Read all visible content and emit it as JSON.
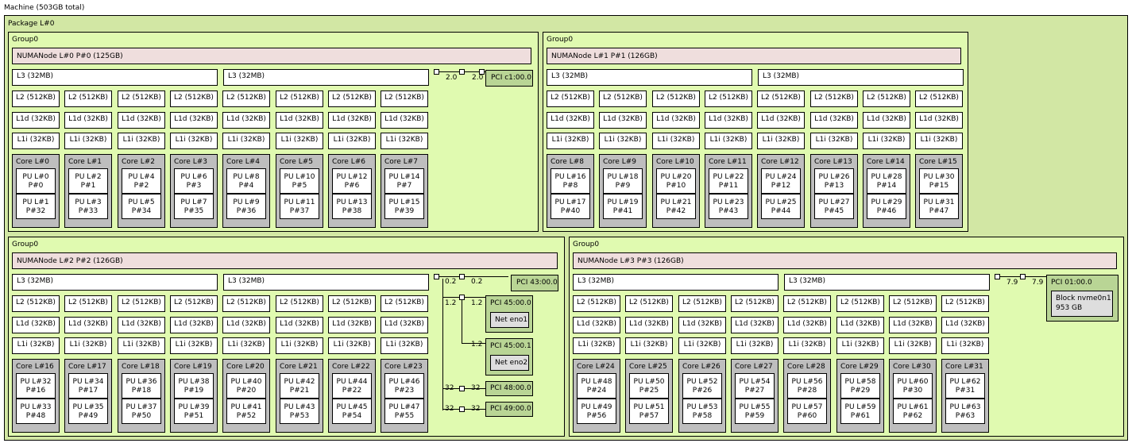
{
  "machine": {
    "label": "Machine (503GB total)"
  },
  "package": {
    "label": "Package L#0"
  },
  "groups": [
    {
      "label": "Group0",
      "numa": "NUMANode L#0 P#0 (125GB)",
      "l3": [
        "L3 (32MB)",
        "L3 (32MB)"
      ],
      "cores": [
        {
          "name": "Core L#0",
          "pus": [
            {
              "l1": "PU L#0",
              "l2": "P#0"
            },
            {
              "l1": "PU L#1",
              "l2": "P#32"
            }
          ]
        },
        {
          "name": "Core L#1",
          "pus": [
            {
              "l1": "PU L#2",
              "l2": "P#1"
            },
            {
              "l1": "PU L#3",
              "l2": "P#33"
            }
          ]
        },
        {
          "name": "Core L#2",
          "pus": [
            {
              "l1": "PU L#4",
              "l2": "P#2"
            },
            {
              "l1": "PU L#5",
              "l2": "P#34"
            }
          ]
        },
        {
          "name": "Core L#3",
          "pus": [
            {
              "l1": "PU L#6",
              "l2": "P#3"
            },
            {
              "l1": "PU L#7",
              "l2": "P#35"
            }
          ]
        },
        {
          "name": "Core L#4",
          "pus": [
            {
              "l1": "PU L#8",
              "l2": "P#4"
            },
            {
              "l1": "PU L#9",
              "l2": "P#36"
            }
          ]
        },
        {
          "name": "Core L#5",
          "pus": [
            {
              "l1": "PU L#10",
              "l2": "P#5"
            },
            {
              "l1": "PU L#11",
              "l2": "P#37"
            }
          ]
        },
        {
          "name": "Core L#6",
          "pus": [
            {
              "l1": "PU L#12",
              "l2": "P#6"
            },
            {
              "l1": "PU L#13",
              "l2": "P#38"
            }
          ]
        },
        {
          "name": "Core L#7",
          "pus": [
            {
              "l1": "PU L#14",
              "l2": "P#7"
            },
            {
              "l1": "PU L#15",
              "l2": "P#39"
            }
          ]
        }
      ],
      "io": {
        "pcis": [
          {
            "label": "PCI c1:00.0",
            "lr": "2.0",
            "ll": "2.0"
          }
        ]
      }
    },
    {
      "label": "Group0",
      "numa": "NUMANode L#1 P#1 (126GB)",
      "l3": [
        "L3 (32MB)",
        "L3 (32MB)"
      ],
      "cores": [
        {
          "name": "Core L#8",
          "pus": [
            {
              "l1": "PU L#16",
              "l2": "P#8"
            },
            {
              "l1": "PU L#17",
              "l2": "P#40"
            }
          ]
        },
        {
          "name": "Core L#9",
          "pus": [
            {
              "l1": "PU L#18",
              "l2": "P#9"
            },
            {
              "l1": "PU L#19",
              "l2": "P#41"
            }
          ]
        },
        {
          "name": "Core L#10",
          "pus": [
            {
              "l1": "PU L#20",
              "l2": "P#10"
            },
            {
              "l1": "PU L#21",
              "l2": "P#42"
            }
          ]
        },
        {
          "name": "Core L#11",
          "pus": [
            {
              "l1": "PU L#22",
              "l2": "P#11"
            },
            {
              "l1": "PU L#23",
              "l2": "P#43"
            }
          ]
        },
        {
          "name": "Core L#12",
          "pus": [
            {
              "l1": "PU L#24",
              "l2": "P#12"
            },
            {
              "l1": "PU L#25",
              "l2": "P#44"
            }
          ]
        },
        {
          "name": "Core L#13",
          "pus": [
            {
              "l1": "PU L#26",
              "l2": "P#13"
            },
            {
              "l1": "PU L#27",
              "l2": "P#45"
            }
          ]
        },
        {
          "name": "Core L#14",
          "pus": [
            {
              "l1": "PU L#28",
              "l2": "P#14"
            },
            {
              "l1": "PU L#29",
              "l2": "P#46"
            }
          ]
        },
        {
          "name": "Core L#15",
          "pus": [
            {
              "l1": "PU L#30",
              "l2": "P#15"
            },
            {
              "l1": "PU L#31",
              "l2": "P#47"
            }
          ]
        }
      ]
    },
    {
      "label": "Group0",
      "numa": "NUMANode L#2 P#2 (126GB)",
      "l3": [
        "L3 (32MB)",
        "L3 (32MB)"
      ],
      "cores": [
        {
          "name": "Core L#16",
          "pus": [
            {
              "l1": "PU L#32",
              "l2": "P#16"
            },
            {
              "l1": "PU L#33",
              "l2": "P#48"
            }
          ]
        },
        {
          "name": "Core L#17",
          "pus": [
            {
              "l1": "PU L#34",
              "l2": "P#17"
            },
            {
              "l1": "PU L#35",
              "l2": "P#49"
            }
          ]
        },
        {
          "name": "Core L#18",
          "pus": [
            {
              "l1": "PU L#36",
              "l2": "P#18"
            },
            {
              "l1": "PU L#37",
              "l2": "P#50"
            }
          ]
        },
        {
          "name": "Core L#19",
          "pus": [
            {
              "l1": "PU L#38",
              "l2": "P#19"
            },
            {
              "l1": "PU L#39",
              "l2": "P#51"
            }
          ]
        },
        {
          "name": "Core L#20",
          "pus": [
            {
              "l1": "PU L#40",
              "l2": "P#20"
            },
            {
              "l1": "PU L#41",
              "l2": "P#52"
            }
          ]
        },
        {
          "name": "Core L#21",
          "pus": [
            {
              "l1": "PU L#42",
              "l2": "P#21"
            },
            {
              "l1": "PU L#43",
              "l2": "P#53"
            }
          ]
        },
        {
          "name": "Core L#22",
          "pus": [
            {
              "l1": "PU L#44",
              "l2": "P#22"
            },
            {
              "l1": "PU L#45",
              "l2": "P#54"
            }
          ]
        },
        {
          "name": "Core L#23",
          "pus": [
            {
              "l1": "PU L#46",
              "l2": "P#23"
            },
            {
              "l1": "PU L#47",
              "l2": "P#55"
            }
          ]
        }
      ],
      "io": {
        "pcis": [
          {
            "label": "PCI 43:00.0",
            "ll": "0.2",
            "lr": "0.2"
          },
          {
            "label": "PCI 45:00.0",
            "ll": "1.2",
            "lr": "1.2",
            "net": "Net eno1"
          },
          {
            "label": "PCI 45:00.1",
            "lr": "1.2",
            "net": "Net eno2"
          },
          {
            "label": "PCI 48:00.0",
            "ll": "32",
            "lr": "32"
          },
          {
            "label": "PCI 49:00.0",
            "ll": "32",
            "lr": "32"
          }
        ]
      }
    },
    {
      "label": "Group0",
      "numa": "NUMANode L#3 P#3 (126GB)",
      "l3": [
        "L3 (32MB)",
        "L3 (32MB)"
      ],
      "cores": [
        {
          "name": "Core L#24",
          "pus": [
            {
              "l1": "PU L#48",
              "l2": "P#24"
            },
            {
              "l1": "PU L#49",
              "l2": "P#56"
            }
          ]
        },
        {
          "name": "Core L#25",
          "pus": [
            {
              "l1": "PU L#50",
              "l2": "P#25"
            },
            {
              "l1": "PU L#51",
              "l2": "P#57"
            }
          ]
        },
        {
          "name": "Core L#26",
          "pus": [
            {
              "l1": "PU L#52",
              "l2": "P#26"
            },
            {
              "l1": "PU L#53",
              "l2": "P#58"
            }
          ]
        },
        {
          "name": "Core L#27",
          "pus": [
            {
              "l1": "PU L#54",
              "l2": "P#27"
            },
            {
              "l1": "PU L#55",
              "l2": "P#59"
            }
          ]
        },
        {
          "name": "Core L#28",
          "pus": [
            {
              "l1": "PU L#56",
              "l2": "P#28"
            },
            {
              "l1": "PU L#57",
              "l2": "P#60"
            }
          ]
        },
        {
          "name": "Core L#29",
          "pus": [
            {
              "l1": "PU L#58",
              "l2": "P#29"
            },
            {
              "l1": "PU L#59",
              "l2": "P#61"
            }
          ]
        },
        {
          "name": "Core L#30",
          "pus": [
            {
              "l1": "PU L#60",
              "l2": "P#30"
            },
            {
              "l1": "PU L#61",
              "l2": "P#62"
            }
          ]
        },
        {
          "name": "Core L#31",
          "pus": [
            {
              "l1": "PU L#62",
              "l2": "P#31"
            },
            {
              "l1": "PU L#63",
              "l2": "P#63"
            }
          ]
        }
      ],
      "io": {
        "pcis": [
          {
            "label": "PCI 01:00.0",
            "ll": "7.9",
            "lr": "7.9",
            "block": "Block nvme0n1",
            "size": "953 GB"
          }
        ]
      }
    }
  ],
  "caches": {
    "l2": "L2 (512KB)",
    "l1d": "L1d (32KB)",
    "l1i": "L1i (32KB)"
  }
}
